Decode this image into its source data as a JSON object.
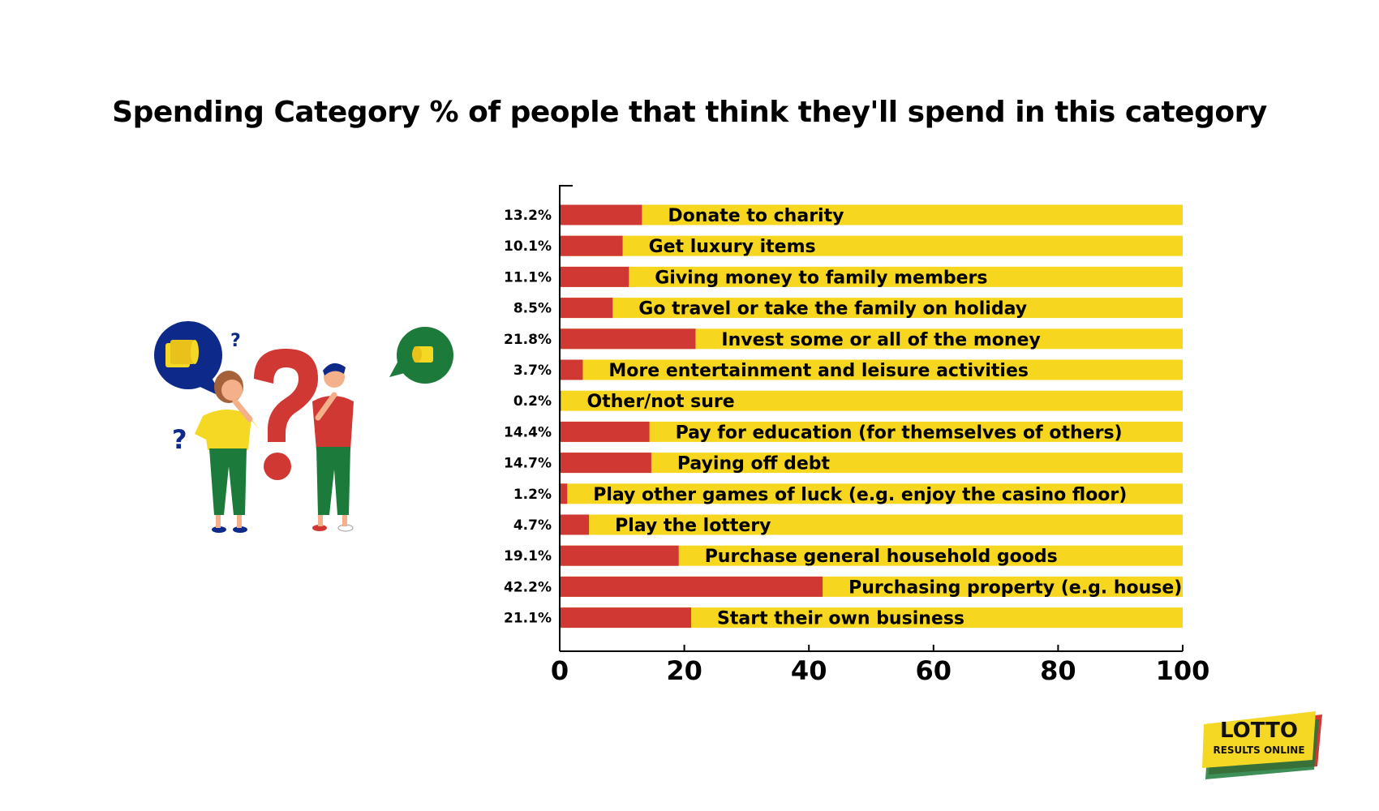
{
  "chart_data": {
    "type": "bar",
    "orientation": "horizontal",
    "stacked_to_total": true,
    "title": "Spending Category  % of people that think they'll spend in this category",
    "categories": [
      "Donate to charity",
      "Get luxury items",
      "Giving money to family members",
      "Go travel or take the family on holiday",
      "Invest some or all of the money",
      "More entertainment and leisure activities",
      "Other/not sure",
      "Pay for education (for themselves of others)",
      "Paying off debt",
      "Play other games of luck (e.g. enjoy the casino floor)",
      "Play the lottery",
      "Purchase general household goods",
      "Purchasing property (e.g. house)",
      "Start their own business"
    ],
    "values": [
      13.2,
      10.1,
      11.1,
      8.5,
      21.8,
      3.7,
      0.2,
      14.4,
      14.7,
      1.2,
      4.7,
      19.1,
      42.2,
      21.1
    ],
    "value_labels": [
      "13.2%",
      "10.1%",
      "11.1%",
      "8.5%",
      "21.8%",
      "3.7%",
      "0.2%",
      "14.4%",
      "14.7%",
      "1.2%",
      "4.7%",
      "19.1%",
      "42.2%",
      "21.1%"
    ],
    "total": 100,
    "xlim": [
      0,
      100
    ],
    "xticks": [
      "0",
      "20",
      "40",
      "60",
      "80",
      "100"
    ],
    "xlabel": "",
    "ylabel": "",
    "grid": false,
    "colors": {
      "value": "#cf3833",
      "remainder": "#f7d61f",
      "axis": "#000000",
      "text": "#000000"
    }
  },
  "illustration": {
    "icons": [
      "speech-bubble-coins-icon",
      "question-mark-icon",
      "woman-thinking-figure",
      "man-thinking-figure"
    ],
    "colors": {
      "navy": "#0d2a8a",
      "green": "#1c7a3a",
      "red": "#cf3833",
      "yellow": "#f5d823",
      "skin": "#f3b08a"
    }
  },
  "logo": {
    "line1": "LOTTO",
    "line2": "RESULTS ONLINE",
    "icon": "lotto-results-online-logo"
  }
}
